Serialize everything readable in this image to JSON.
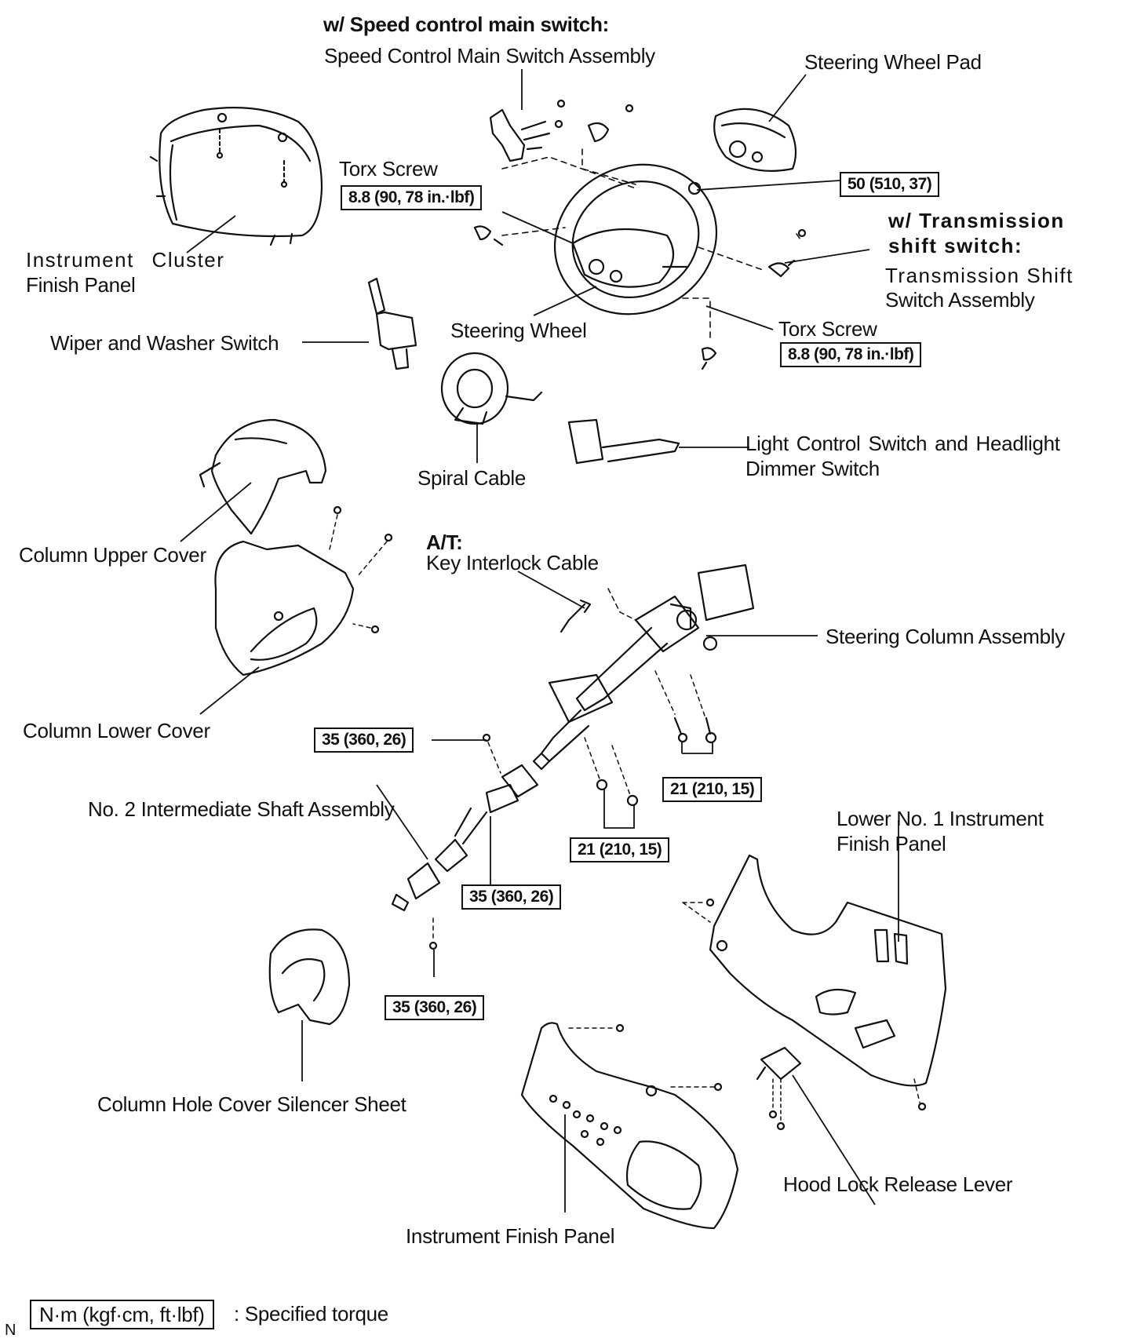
{
  "labels": {
    "speed_condition": "w/ Speed control main switch:",
    "speed_switch": "Speed Control Main Switch Assembly",
    "wheel_pad": "Steering Wheel Pad",
    "torx_screw_1": "Torx Screw",
    "torx_screw_2": "Torx Screw",
    "trans_condition_1": "w/ Transmission",
    "trans_condition_2": "shift switch:",
    "trans_switch_1": "Transmission Shift",
    "trans_switch_2": "Switch Assembly",
    "cluster_panel_1": "Instrument Cluster",
    "cluster_panel_2": "Finish Panel",
    "wiper_switch": "Wiper and Washer Switch",
    "steering_wheel": "Steering Wheel",
    "light_switch_1": "Light Control Switch and Headlight",
    "light_switch_2": "Dimmer Switch",
    "spiral_cable": "Spiral Cable",
    "column_upper_cover": "Column Upper Cover",
    "at_condition": "A/T:",
    "key_interlock": "Key Interlock Cable",
    "steering_column": "Steering Column Assembly",
    "column_lower_cover": "Column Lower Cover",
    "intermediate_shaft": "No. 2 Intermediate Shaft Assembly",
    "lower_panel_1": "Lower No. 1 Instrument",
    "lower_panel_2": "Finish Panel",
    "silencer_sheet": "Column Hole Cover Silencer Sheet",
    "hood_lever": "Hood Lock Release Lever",
    "instrument_panel": "Instrument Finish Panel"
  },
  "torques": {
    "wheel_nut": "50 (510, 37)",
    "torx_1": "8.8 (90, 78 in.·lbf)",
    "torx_2": "8.8 (90, 78 in.·lbf)",
    "shaft_upper": "35 (360, 26)",
    "shaft_mid": "35 (360, 26)",
    "shaft_lower": "35 (360, 26)",
    "column_bolts": "21 (210, 15)",
    "column_nuts": "21 (210, 15)"
  },
  "legend": {
    "unit_box": "N·m (kgf·cm, ft·lbf)",
    "description": ": Specified torque",
    "corner_code": "N"
  }
}
